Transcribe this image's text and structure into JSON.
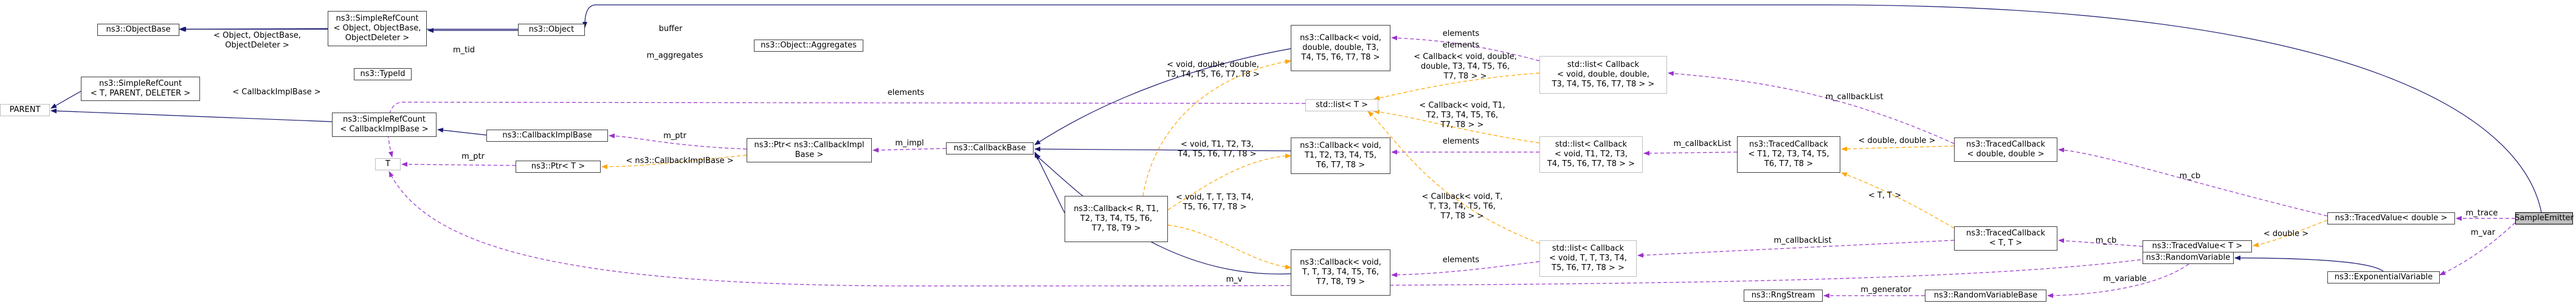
{
  "colors": {
    "inherit": "#191970",
    "use": "#9a32cd",
    "template": "#ffa500",
    "border": "#404040"
  },
  "nodes": {
    "objectbase": "ns3::ObjectBase",
    "src_object": "ns3::SimpleRefCount\n< Object, ObjectBase,\nObjectDeleter >",
    "object": "ns3::Object",
    "typeid": "ns3::TypeId",
    "aggregates": "ns3::Object::Aggregates",
    "parent": "PARENT",
    "src_template": "ns3::SimpleRefCount\n< T, PARENT, DELETER >",
    "src_cbimpl": "ns3::SimpleRefCount\n< CallbackImplBase >",
    "cbimplbase": "ns3::CallbackImplBase",
    "t": "T",
    "ptr_t": "ns3::Ptr< T >",
    "ptr_cbimpl": "ns3::Ptr< ns3::CallbackImpl\nBase >",
    "callbackbase": "ns3::CallbackBase",
    "cb_r": "ns3::Callback< R, T1,\nT2, T3, T4, T5, T6,\nT7, T8, T9 >",
    "cb_double": "ns3::Callback< void,\ndouble, double, T3,\nT4, T5, T6, T7, T8 >",
    "cb_t1t2": "ns3::Callback< void,\nT1, T2, T3, T4, T5,\nT6, T7, T8 >",
    "cb_tt": "ns3::Callback< void,\nT, T, T3, T4, T5, T6,\nT7, T8, T9 >",
    "list_double": "std::list< Callback\n< void, double, double,\nT3, T4, T5, T6, T7, T8 > >",
    "list_t": "std::list< T >",
    "list_t1t2": "std::list< Callback\n< void, T1, T2, T3,\nT4, T5, T6, T7, T8 > >",
    "list_tt": "std::list< Callback\n< void, T, T, T3, T4,\nT5, T6, T7, T8 > >",
    "tc_t1t2": "ns3::TracedCallback\n< T1, T2, T3, T4, T5,\nT6, T7, T8 >",
    "tc_double": "ns3::TracedCallback\n< double, double >",
    "tc_t": "ns3::TracedCallback\n< T, T >",
    "tv_double": "ns3::TracedValue< double >",
    "tv_t": "ns3::TracedValue< T >",
    "sample": "SampleEmitter",
    "exprv": "ns3::ExponentialVariable",
    "rv": "ns3::RandomVariable",
    "rvbase": "ns3::RandomVariableBase",
    "rng": "ns3::RngStream"
  },
  "edge_labels": {
    "m_tid": "m_tid",
    "buffer": "buffer",
    "m_aggregates": "m_aggregates",
    "src_args": "< Object, ObjectBase,\nObjectDeleter >",
    "cbimpl_args": "< CallbackImplBase >",
    "elements_list_t": "elements",
    "m_ptr": "m_ptr",
    "ptr_args": "< ns3::CallbackImplBase >",
    "ptr_to_t": "m_ptr",
    "m_impl": "m_impl",
    "double_args": "< void, double, double,\nT3, T4, T5, T6, T7, T8 >",
    "t1t2_args": "< void, T1, T2, T3,\nT4, T5, T6, T7, T8 >",
    "tt_args": "< void, T, T, T3, T4,\nT5, T6, T7, T8 >",
    "elements_double": "elements",
    "elements_t1t2": "elements",
    "elements_tt": "elements",
    "list_double_args": "< Callback< void, double,\ndouble, T3, T4, T5, T6,\nT7, T8 > >",
    "list_t1t2_args": "< Callback< void, T1,\nT2, T3, T4, T5, T6,\nT7, T8 > >",
    "list_tt_args": "< Callback< void, T,\nT, T3, T4, T5, T6,\nT7, T8 > >",
    "cblist_double": "m_callbackList",
    "cblist_t1t2": "m_callbackList",
    "cblist_tt": "m_callbackList",
    "tc_double_args": "< double, double >",
    "tc_t_args": "< T, T >",
    "m_cb_double": "m_cb",
    "m_cb_t": "m_cb",
    "tv_double_args": "< double >",
    "m_trace": "m_trace",
    "m_var": "m_var",
    "m_v": "m_v",
    "m_variable": "m_variable",
    "m_generator": "m_generator",
    "elements_top": "elements"
  }
}
